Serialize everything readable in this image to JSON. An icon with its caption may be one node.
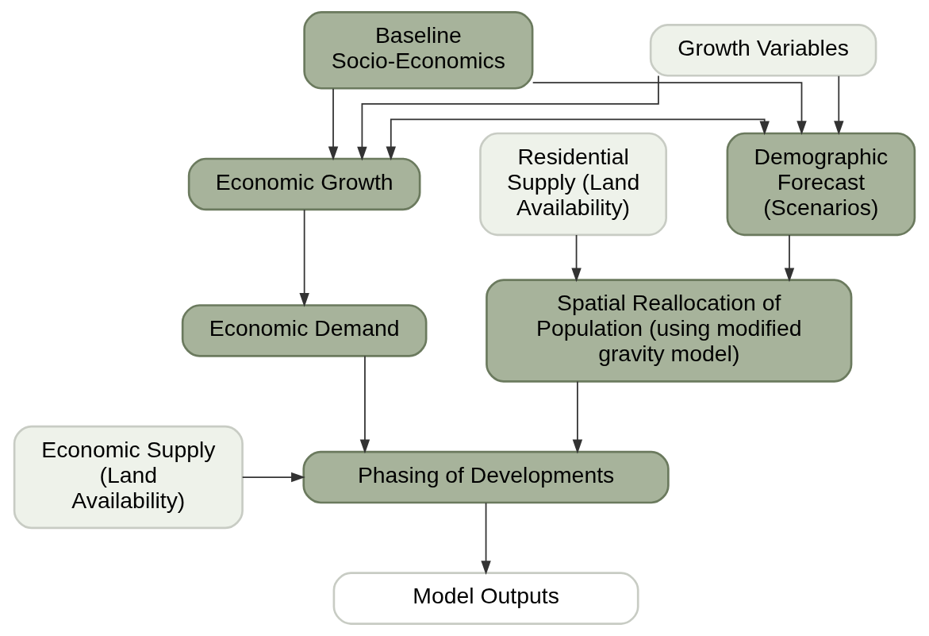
{
  "diagram": {
    "nodes": [
      {
        "text": [
          "Baseline Socio-Economics"
        ]
      },
      {
        "text": [
          "Growth Variables"
        ]
      },
      {
        "text": [
          "Economic Growth"
        ]
      },
      {
        "text": [
          "Demographic Forecast (Scenarios)"
        ]
      },
      {
        "text": [
          "Residential Supply (Land Availability)"
        ]
      },
      {
        "text": [
          "Economic Demand"
        ]
      },
      {
        "text": [
          "Spatial Reallocation of Population (using modified gravity model)"
        ]
      },
      {
        "text": [
          "Economic Supply (Land Availability)"
        ]
      },
      {
        "text": [
          "Phasing of Developments"
        ]
      },
      {
        "text": [
          "Model Outputs"
        ]
      }
    ],
    "edges": [
      {
        "from": 0,
        "to": 2,
        "arrow": "to"
      },
      {
        "from": 0,
        "to": 3,
        "arrow": "to"
      },
      {
        "from": 1,
        "to": 2,
        "arrow": "to"
      },
      {
        "from": 1,
        "to": 3,
        "arrow": "to"
      },
      {
        "from": 2,
        "to": 3,
        "arrow": "both"
      },
      {
        "from": 2,
        "to": 5,
        "arrow": "to"
      },
      {
        "from": 3,
        "to": 6,
        "arrow": "to"
      },
      {
        "from": 4,
        "to": 6,
        "arrow": "to"
      },
      {
        "from": 5,
        "to": 8,
        "arrow": "to"
      },
      {
        "from": 7,
        "to": 8,
        "arrow": "to"
      },
      {
        "from": 6,
        "to": 8,
        "arrow": "to"
      },
      {
        "from": 8,
        "to": 9,
        "arrow": "to"
      }
    ]
  }
}
